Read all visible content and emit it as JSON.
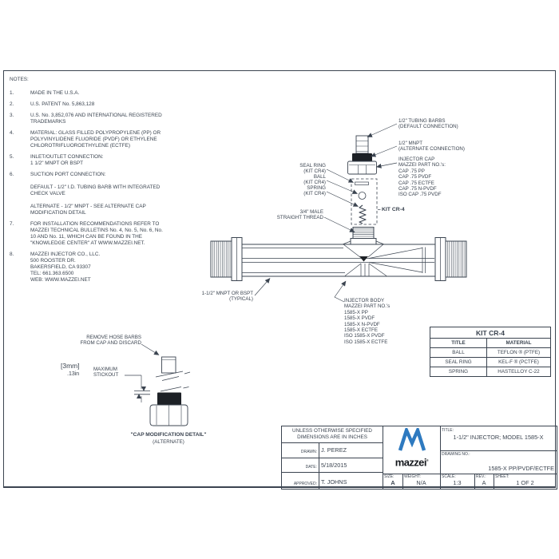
{
  "colors": {
    "line": "#3b4450",
    "logo_blue": "#2e7ac0",
    "logo_dark": "#14171c",
    "fill_black": "#1d2126"
  },
  "notes": {
    "heading": "NOTES:",
    "items": [
      {
        "num": "1.",
        "text": "MADE IN THE U.S.A."
      },
      {
        "num": "2.",
        "text": "U.S. PATENT No. 5,863,128"
      },
      {
        "num": "3.",
        "text": "U.S. No. 3,852,076 AND INTERNATIONAL REGISTERED\nTRADEMARKS"
      },
      {
        "num": "4.",
        "text": "MATERIAL: GLASS FILLED POLYPROPYLENE (PP) OR\nPOLYVINYLIDENE FLUORIDE (PVDF) OR ETHYLENE\nCHLOROTRIFLUOROETHYLENE (ECTFE)"
      },
      {
        "num": "5.",
        "text": "INLET/OUTLET CONNECTION:\n 1 1/2\" MNPT OR BSPT"
      },
      {
        "num": "6.",
        "text": "SUCTION PORT CONNECTION:\n\nDEFAULT - 1/2\" I.D. TUBING BARB WITH INTEGRATED\nCHECK VALVE\n\nALTERNATE - 1/2\" MNPT - SEE ALTERNATE CAP\nMODIFICATION DETAIL"
      },
      {
        "num": "7.",
        "text": "FOR INSTALLATION RECOMMENDATIONS REFER TO\nMAZZEI TECHNICAL BULLETINS No. 4, No. 5, No. 6, No.\n10 AND No. 11, WHICH CAN BE FOUND IN THE\n\"KNOWLEDGE CENTER\" AT WWW.MAZZEI.NET."
      },
      {
        "num": "8.",
        "text": "MAZZEI INJECTOR CO., LLC.\n500 ROOSTER DR.\nBAKERSFIELD, CA 93307\nTEL: 661.363.6500\nWEB: WWW.MAZZEI.NET"
      }
    ]
  },
  "callouts": {
    "tubing_barbs": "1/2\" TUBING BARBS\n(DEFAULT CONNECTION)",
    "mnpt_alternate": "1/2\" MNPT\n(ALTERNATE CONNECTION)",
    "injector_cap": "INJECTOR CAP\nMAZZEI PART NO.'s:\nCAP .75 PP\nCAP .75 PVDF\nCAP .75 ECTFE\nCAP .75 N-PVDF\nISO CAP .75 PVDF",
    "seal_ring": "SEAL RING\n(KIT CR4)",
    "ball": "BALL\n(KIT CR4)",
    "spring": "SPRING\n(KIT CR4)",
    "kit_cr4": "KIT CR-4",
    "male_thread": "3/4\" MALE\nSTRAIGHT THREAD",
    "inlet_outlet": "1-1/2\" MNPT OR BSPT\n(TYPICAL)",
    "injector_body": "INJECTOR BODY\nMAZZEI PART NO.'s\n1585-X PP\n1585-X PVDF\n1585-X N-PVDF\n1585-X ECTFE\nISO 1585-X PVDF\nISO 1585-X ECTFE"
  },
  "kit_table": {
    "title": "KIT CR-4",
    "headers": [
      "TITLE",
      "MATERIAL"
    ],
    "rows": [
      [
        "BALL",
        "TEFLON ® (PTFE)"
      ],
      [
        "SEAL RING",
        "KEL-F ® (PCTFE)"
      ],
      [
        "SPRING",
        "HASTELLOY C-22"
      ]
    ]
  },
  "cap_detail": {
    "remove_barbs": "REMOVE HOSE BARBS\nFROM CAP AND DISCARD",
    "dim_mm": "[3mm]",
    "dim_in": ".13in",
    "max_stickout": "MAXIMUM\nSTICKOUT",
    "title": "\"CAP MODIFICATION DETAIL\"",
    "subtitle": "(ALTERNATE)"
  },
  "title_block": {
    "tolerance_note": "UNLESS OTHERWISE SPECIFIED\nDIMENSIONS ARE IN INCHES",
    "drawn_label": "DRAWN:",
    "drawn": "J. PEREZ",
    "date_label": "DATE:",
    "date": "5/18/2015",
    "approved_label": "APPROVED:",
    "approved": "T. JOHNS",
    "logo_text": "mazzei",
    "logo_mark": "®",
    "title_label": "TITLE:",
    "title": "1-1/2\" INJECTOR; MODEL 1585-X",
    "drawing_no_label": "DRAWING NO.:",
    "drawing_no": "1585-X PP/PVDF/ECTFE",
    "size_label": "SIZE:",
    "size": "A",
    "weight_label": "WEIGHT:",
    "weight": "N/A",
    "scale_label": "SCALE:",
    "scale": "1:3",
    "rev_label": "REV.:",
    "rev": "A",
    "sheet_label": "SHEET:",
    "sheet": "1 OF 2"
  }
}
